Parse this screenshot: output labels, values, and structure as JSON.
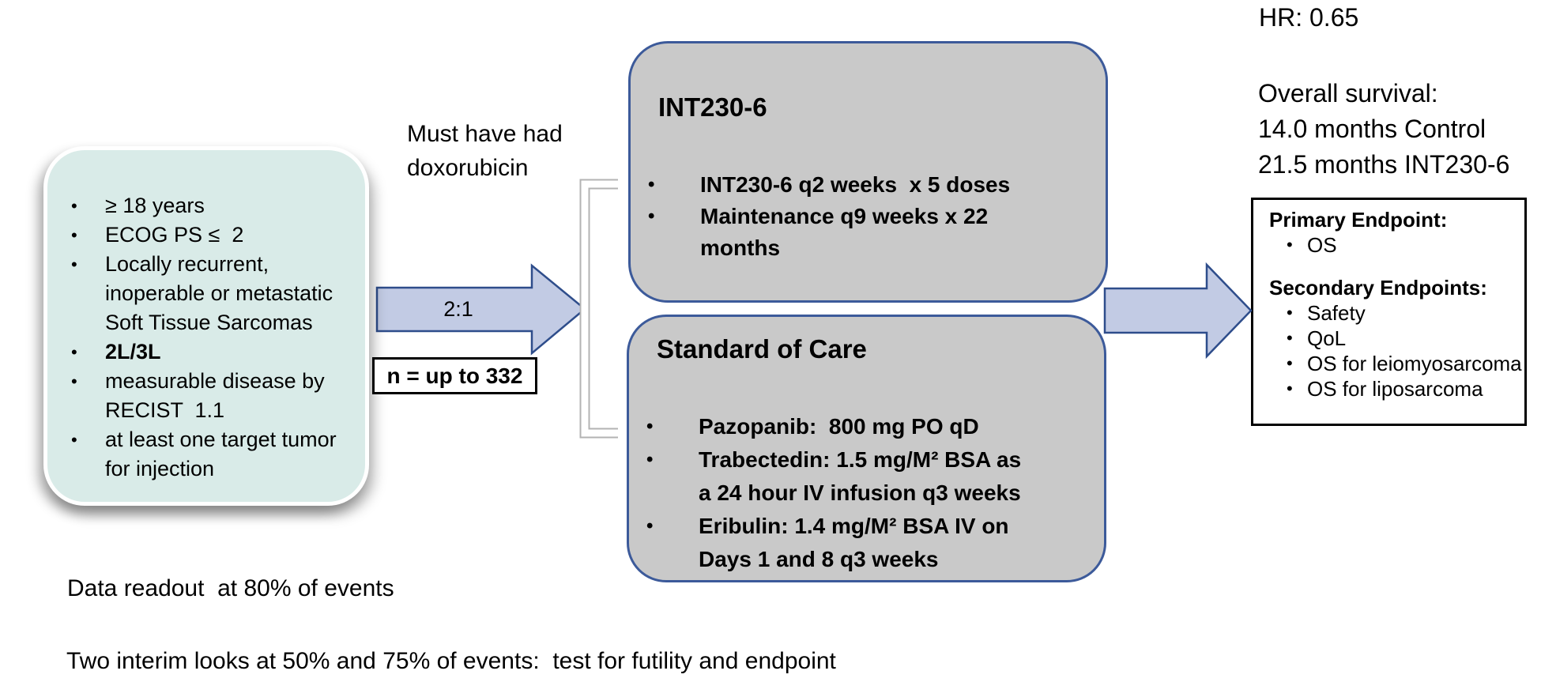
{
  "diagram": {
    "eligibility": {
      "items": [
        {
          "text": "≥ 18 years",
          "bold": false
        },
        {
          "text": "ECOG PS ≤  2",
          "bold": false
        },
        {
          "text": "Locally recurrent,\ninoperable or metastatic\nSoft Tissue Sarcomas",
          "bold": false
        },
        {
          "text": "2L/3L",
          "bold": true
        },
        {
          "text": "measurable disease by\nRECIST  1.1",
          "bold": false
        },
        {
          "text": "at least one target tumor\nfor injection",
          "bold": false
        }
      ]
    },
    "randomization": {
      "requirement": "Must have had\ndoxorubicin",
      "ratio_label": "2:1",
      "sample_size_label": "n = up to 332"
    },
    "arms": {
      "int230_6": {
        "title": "INT230-6",
        "bullets": [
          "INT230-6 q2 weeks  x 5 doses",
          "Maintenance q9 weeks x 22\nmonths"
        ]
      },
      "standard_of_care": {
        "title": "Standard of Care",
        "bullets": [
          "Pazopanib:  800 mg PO qD",
          "Trabectedin: 1.5 mg/M² BSA as\na 24 hour IV infusion q3 weeks",
          "Eribulin: 1.4 mg/M² BSA IV on\nDays 1 and 8 q3 weeks"
        ]
      }
    },
    "results": {
      "hazard_ratio": "HR: 0.65",
      "overall_survival": "Overall survival:\n14.0 months Control\n21.5 months INT230-6"
    },
    "endpoints": {
      "primary_title": "Primary Endpoint:",
      "primary_items": [
        "OS"
      ],
      "secondary_title": "Secondary Endpoints:",
      "secondary_items": [
        "Safety",
        "QoL",
        "OS for leiomyosarcoma",
        "OS for liposarcoma"
      ]
    },
    "footnotes": {
      "line1": "Data readout  at 80% of events",
      "line2": "Two interim looks at 50% and 75% of events:  test for futility and endpoint"
    },
    "colors": {
      "eligibility_fill": "#d9ebe8",
      "arm_fill": "#c9c9c9",
      "arm_border": "#3c5a9a",
      "arrow_fill": "#c2cbe4",
      "arrow_border": "#2e4d8b"
    }
  }
}
